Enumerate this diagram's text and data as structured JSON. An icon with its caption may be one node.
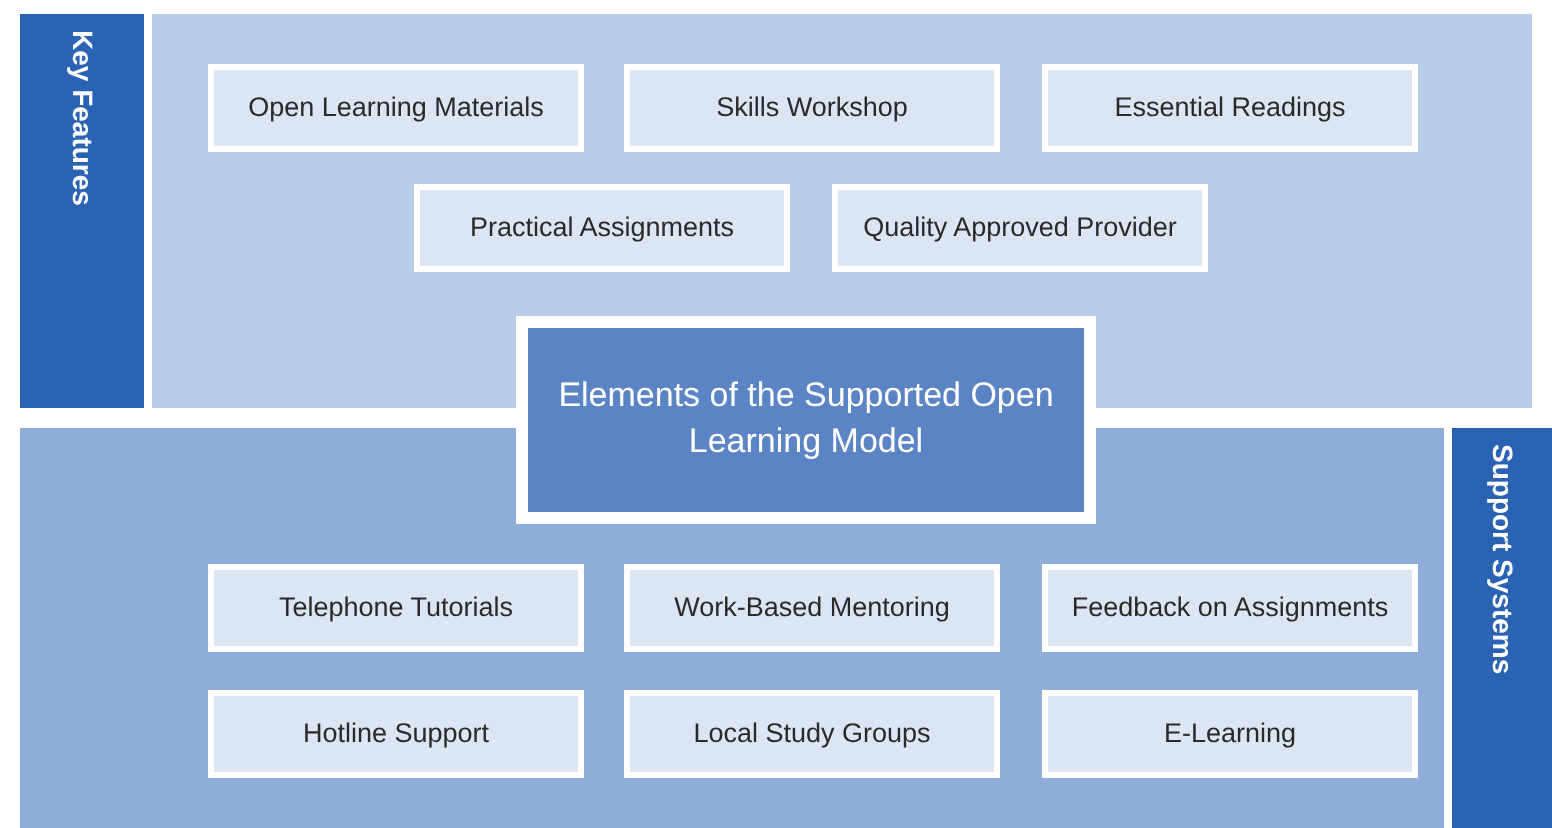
{
  "diagram": {
    "nodes": [
      {
        "text": [
          "Key Features"
        ]
      },
      {
        "text": [
          "Open Learning Materials"
        ]
      },
      {
        "text": [
          "Skills Workshop"
        ]
      },
      {
        "text": [
          "Essential Readings"
        ]
      },
      {
        "text": [
          "Practical Assignments"
        ]
      },
      {
        "text": [
          "Quality Approved Provider"
        ]
      },
      {
        "text": [
          "Elements of the Supported Open Learning Model"
        ]
      },
      {
        "text": [
          "Support Systems"
        ]
      },
      {
        "text": [
          "Telephone Tutorials"
        ]
      },
      {
        "text": [
          "Work-Based Mentoring"
        ]
      },
      {
        "text": [
          "Feedback on Assignments"
        ]
      },
      {
        "text": [
          "Hotline Support"
        ]
      },
      {
        "text": [
          "Local Study Groups"
        ]
      },
      {
        "text": [
          "E-Learning"
        ]
      }
    ]
  }
}
